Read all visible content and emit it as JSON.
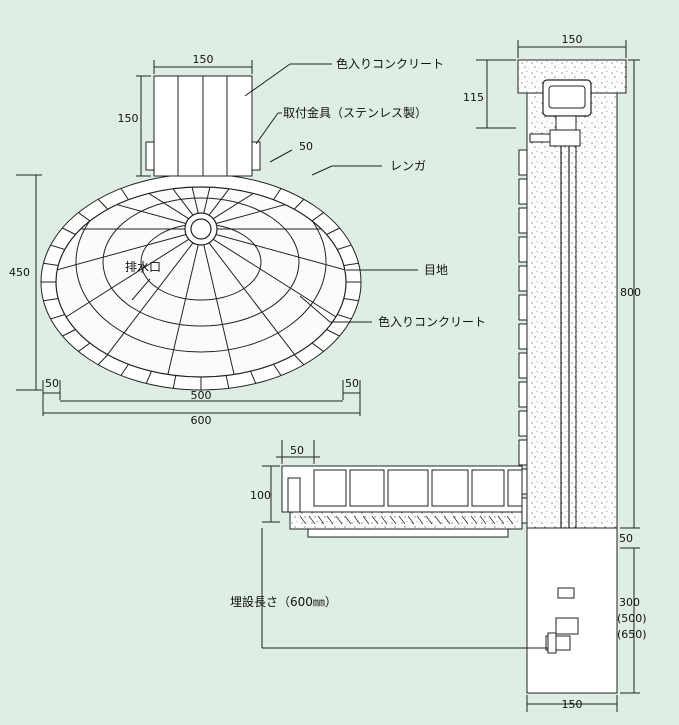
{
  "colors": {
    "background": "#dfeee4",
    "line": "#222222",
    "fill": "#ffffff"
  },
  "plan": {
    "top_block_width": "150",
    "top_block_depth": "150",
    "joint_width": "50",
    "overall_depth": "450",
    "left_margin": "50",
    "right_margin": "50",
    "inner_width": "500",
    "overall_width": "600",
    "drain_label": "排水口"
  },
  "elevation": {
    "top_width": "150",
    "cap_height": "115",
    "total_height": "800",
    "side_width": "50",
    "base_height": "100",
    "footing": "50",
    "buried_main": "300",
    "buried_alt1": "(500)",
    "buried_alt2": "(650)",
    "bottom_width": "150",
    "buried_length_label": "埋設長さ（600㎜）"
  },
  "callouts": {
    "colored_concrete_top": "色入りコンクリート",
    "mounting_bracket": "取付金具（ステンレス製）",
    "brick": "レンガ",
    "joint": "目地",
    "colored_concrete_bottom": "色入りコンクリート"
  },
  "icons": [
    "faucet-icon",
    "drain-icon",
    "elbow-joint-icon"
  ]
}
